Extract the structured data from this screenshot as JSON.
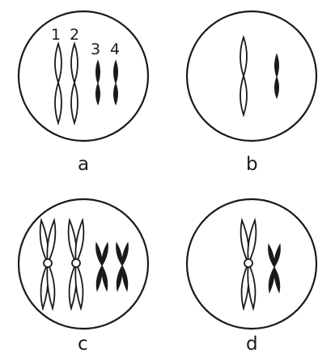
{
  "panels": [
    {
      "label": "a",
      "chromosome_numbers": [
        "1",
        "2",
        "3",
        "4"
      ]
    },
    {
      "label": "b"
    },
    {
      "label": "c"
    },
    {
      "label": "d"
    }
  ],
  "colors": {
    "stroke": "#1a1a1a",
    "dark_chromosome": "#1a1a1a",
    "light_chromosome": "#ffffff",
    "background": "#ffffff"
  }
}
